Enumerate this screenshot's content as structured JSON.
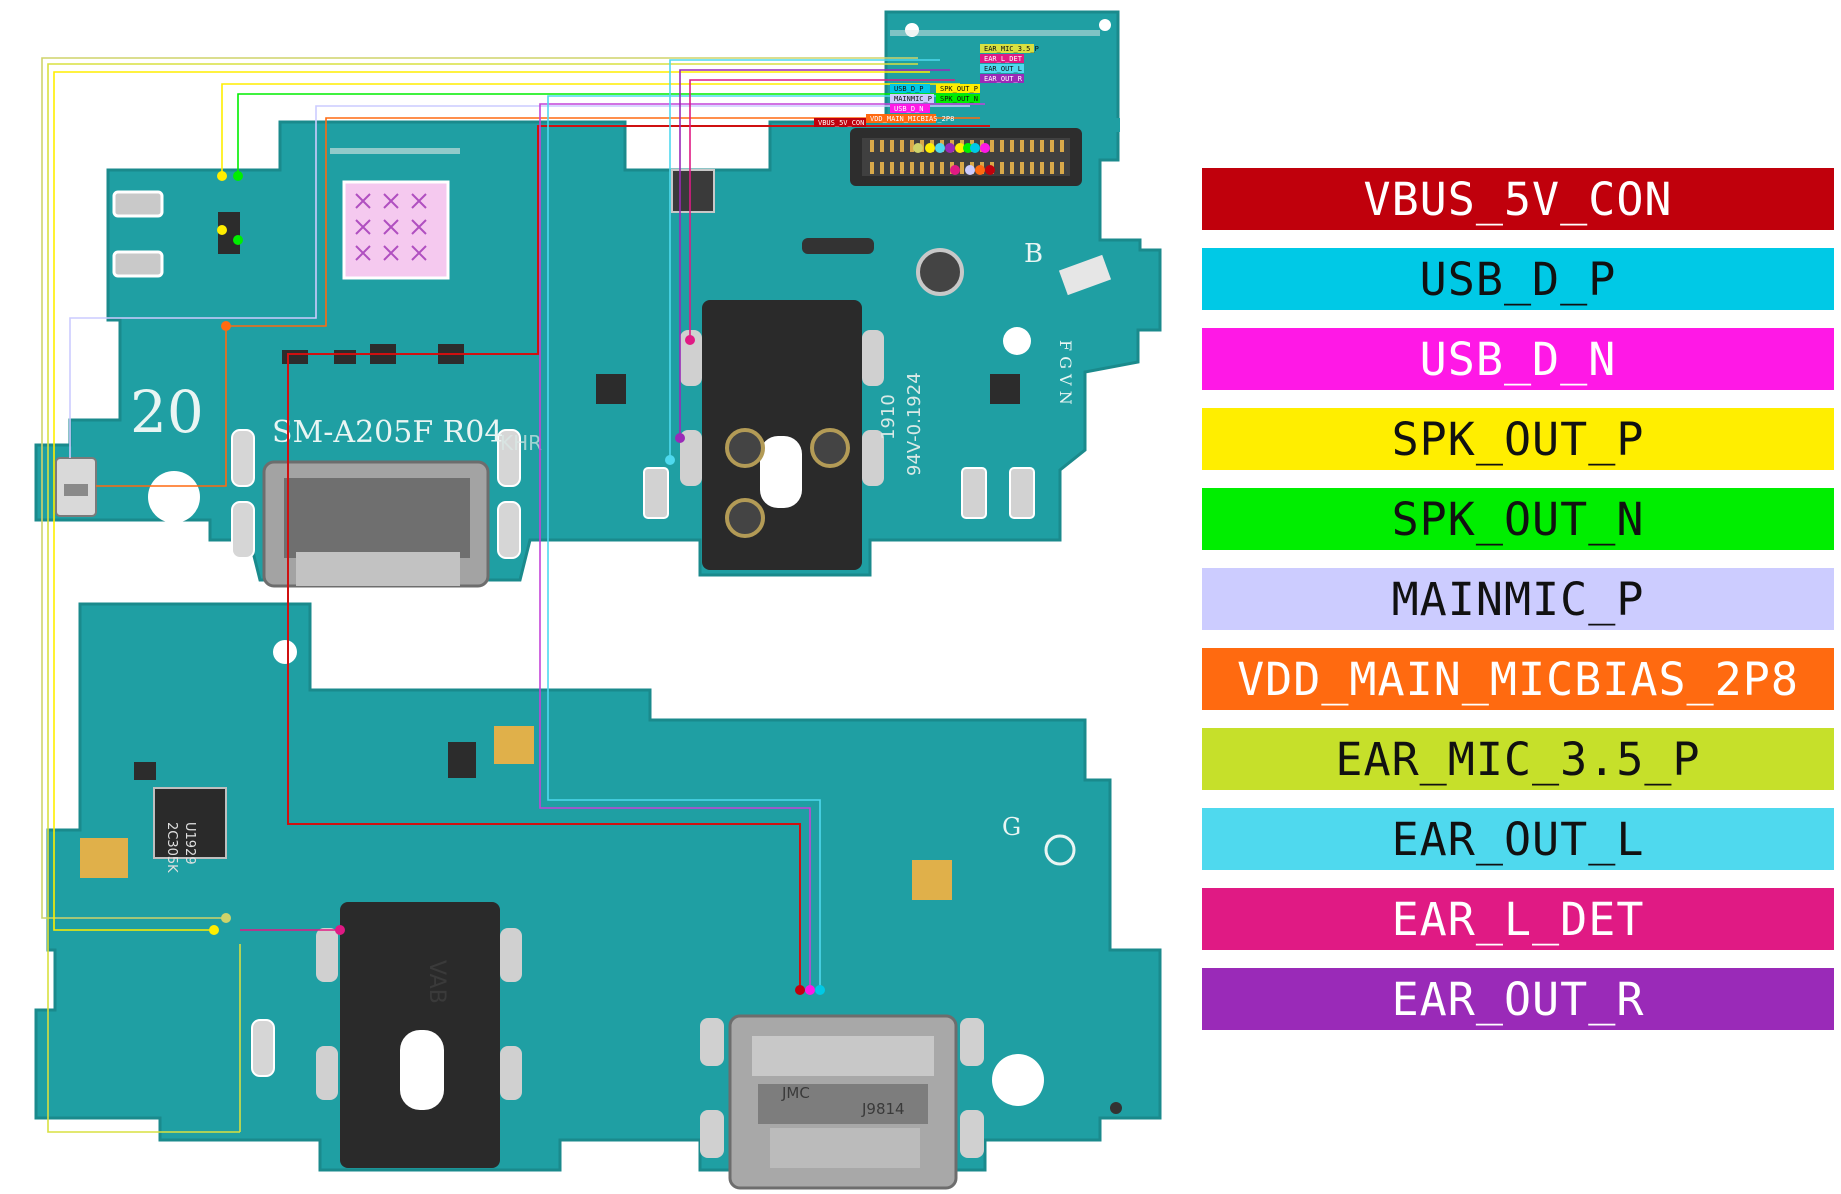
{
  "board": {
    "top_silk": "20",
    "model_silk": "SM-A205F R04",
    "silk_b": "B",
    "silk_fgvn": "F G V N",
    "silk_g": "G",
    "chip_silk_1": "2C305K",
    "chip_silk_2": "U1929",
    "usb_silk_1": "JMC",
    "usb_silk_2": "J9814",
    "jack_silk": "KHR",
    "date_silk_1": "1910",
    "date_silk_2": "94V-0.1924",
    "jack2_silk": "VAB"
  },
  "legend": [
    {
      "label": "VBUS_5V_CON",
      "color": "#c0000c",
      "text": "light"
    },
    {
      "label": "USB_D_P",
      "color": "#00c9e6",
      "text": "dark"
    },
    {
      "label": "USB_D_N",
      "color": "#ff18e6",
      "text": "light"
    },
    {
      "label": "SPK_OUT_P",
      "color": "#ffee00",
      "text": "dark"
    },
    {
      "label": "SPK_OUT_N",
      "color": "#00ee00",
      "text": "dark"
    },
    {
      "label": "MAINMIC_P",
      "color": "#ccccff",
      "text": "dark"
    },
    {
      "label": "VDD_MAIN_MICBIAS_2P8",
      "color": "#ff6a10",
      "text": "light"
    },
    {
      "label": "EAR_MIC_3.5_P",
      "color": "#c6e02a",
      "text": "dark"
    },
    {
      "label": "EAR_OUT_L",
      "color": "#4fd9ee",
      "text": "dark"
    },
    {
      "label": "EAR_L_DET",
      "color": "#e01a84",
      "text": "light"
    },
    {
      "label": "EAR_OUT_R",
      "color": "#9a2ab8",
      "text": "light"
    }
  ],
  "net_tags": {
    "ear_mic": "EAR_MIC_3.5_P",
    "ear_l": "EAR_OUT_L",
    "ear_det": "EAR_L_DET",
    "ear_r": "EAR_OUT_R",
    "spk_p": "SPK_OUT_P",
    "spk_n": "SPK_OUT_N",
    "mainmic": "MAINMIC_P",
    "vdd": "VDD_MAIN_MICBIAS_2P8",
    "usb_n": "USB_D_N",
    "usb_p": "USB_D_P",
    "vbus": "VBUS_5V_CON"
  }
}
